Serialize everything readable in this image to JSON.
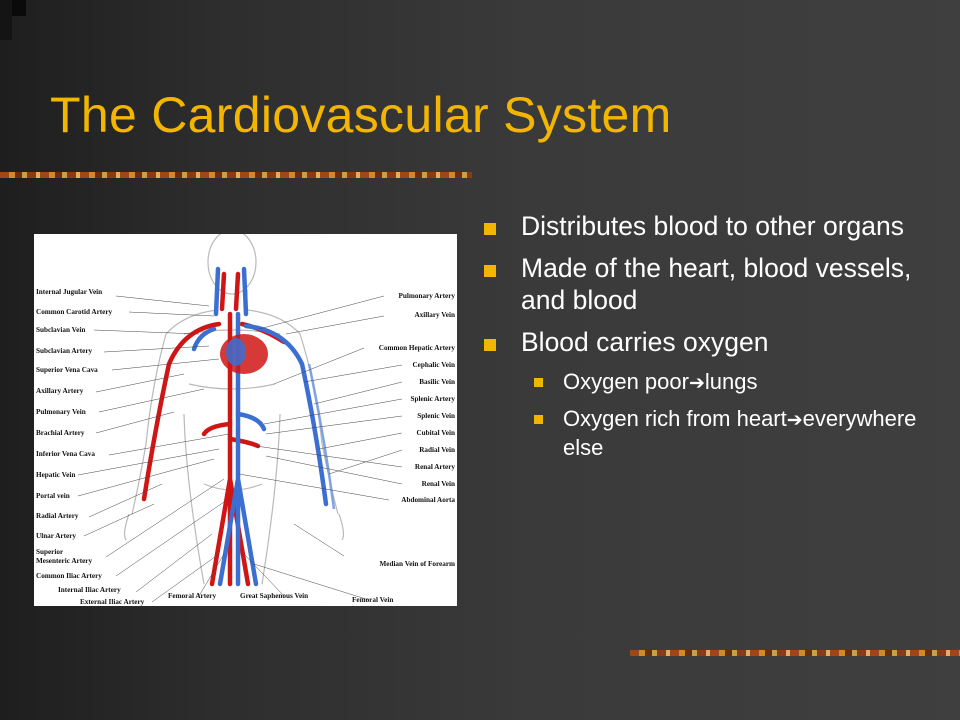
{
  "slide": {
    "title": "The Cardiovascular System",
    "accent_color": "#f2b600",
    "text_color": "#ffffff"
  },
  "diagram": {
    "labels_left": [
      "Internal Jugular Vein",
      "Common Carotid Artery",
      "Subclavian Vein",
      "Subclavian Artery",
      "Superior Vena Cava",
      "Axillary Artery",
      "Pulmonary Vein",
      "Brachial Artery",
      "Inferior Vena Cava",
      "Hepatic Vein",
      "Portal vein",
      "Radial Artery",
      "Ulnar Artery",
      "Superior",
      "Mesenteric Artery",
      "Common Iliac Artery",
      "Internal Iliac Artery",
      "External Iliac Artery"
    ],
    "labels_right": [
      "Pulmonary Artery",
      "Axillary Vein",
      "Common Hepatic Artery",
      "Cephalic Vein",
      "Basilic Vein",
      "Splenic Artery",
      "Splenic Vein",
      "Cubital Vein",
      "Radial Vein",
      "Renal Artery",
      "Renal Vein",
      "Abdominal Aorta",
      "Median Vein of Forearm"
    ],
    "labels_bottom": [
      "Femoral Artery",
      "Great Saphenous Vein",
      "Femoral Vein"
    ]
  },
  "bullets": {
    "b1": "Distributes blood to other organs",
    "b2": "Made of the heart, blood vessels, and blood",
    "b3": "Blood carries oxygen",
    "sub1_a": "Oxygen poor",
    "sub1_b": "lungs",
    "sub2_a": "Oxygen rich from heart",
    "sub2_b": "everywhere else",
    "arrow_glyph": "➔"
  }
}
